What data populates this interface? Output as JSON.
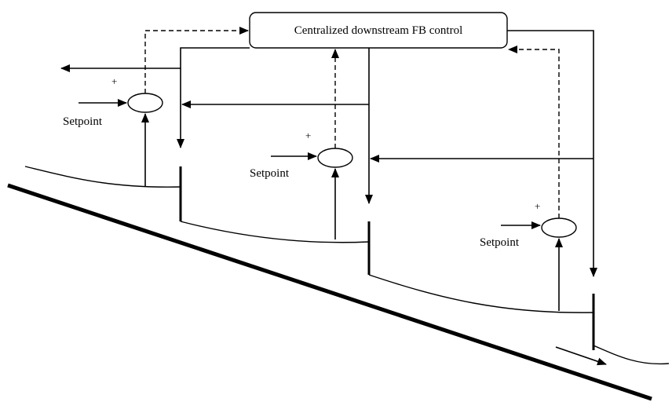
{
  "controller": {
    "label": "Centralized downstream FB control"
  },
  "pools": [
    {
      "setpoint_label": "Setpoint",
      "sign": "+"
    },
    {
      "setpoint_label": "Setpoint",
      "sign": "+"
    },
    {
      "setpoint_label": "Setpoint",
      "sign": "+"
    }
  ],
  "colors": {
    "stroke": "#000000",
    "background": "#ffffff"
  }
}
